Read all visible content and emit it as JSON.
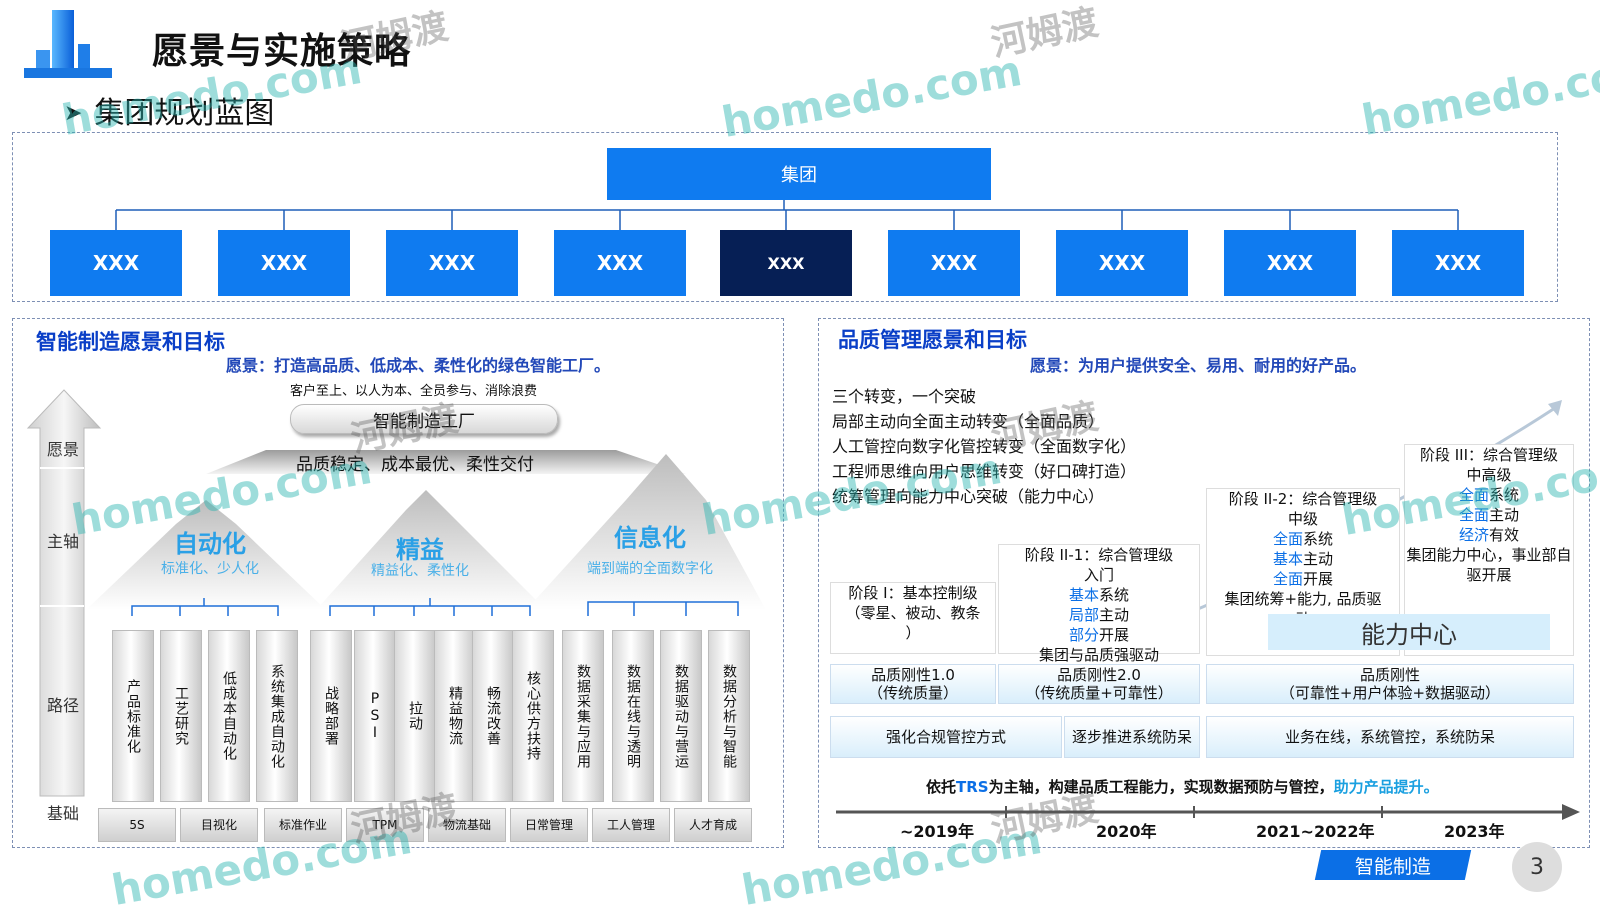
{
  "header": {
    "title": "愿景与实施策略",
    "subtitle": "集团规划蓝图",
    "bullet_icon": "arrow-right-icon"
  },
  "org": {
    "group": "集团",
    "units": [
      "XXX",
      "XXX",
      "XXX",
      "XXX",
      "XXX",
      "XXX",
      "XXX",
      "XXX",
      "XXX"
    ],
    "selected_index": 4,
    "selected_label": "XXX"
  },
  "left": {
    "heading": "智能制造愿景和目标",
    "vision": "愿景：打造高品质、低成本、柔性化的绿色智能工厂。",
    "values": "客户至上、以人为本、全员参与、消除浪费",
    "factory": "智能制造工厂",
    "goals": "品质稳定、成本最优、柔性交付",
    "axis_labels": [
      "愿景",
      "主轴",
      "路径",
      "基础"
    ],
    "peaks": [
      {
        "title": "自动化",
        "sub": "标准化、少人化"
      },
      {
        "title": "精益",
        "sub": "精益化、柔性化"
      },
      {
        "title": "信息化",
        "sub": "端到端的全面数字化"
      }
    ],
    "pillars": [
      "产品标准化",
      "工艺研究",
      "低成本自动化",
      "系统集成自动化",
      "战略部署",
      "PSI",
      "拉动",
      "精益物流",
      "畅流改善",
      "核心供方扶持",
      "数据采集与应用",
      "数据在线与透明",
      "数据驱动与营运",
      "数据分析与智能"
    ],
    "foundations": [
      "5S",
      "目视化",
      "标准作业",
      "TPM",
      "物流基础",
      "日常管理",
      "工人管理",
      "人才育成"
    ]
  },
  "right": {
    "heading": "品质管理愿景和目标",
    "vision": "愿景：为用户提供安全、易用、耐用的好产品。",
    "transforms": [
      "三个转变，一个突破",
      "局部主动向全面主动转变（全面品质）",
      "人工管控向数字化管控转变（全面数字化）",
      "工程师思维向用户思维转变（好口碑打造）",
      "统筹管理向能力中心突破（能力中心）"
    ],
    "stages": [
      {
        "title": "阶段 I：基本控制级",
        "lines": [
          "（零星、被动、教条",
          "）"
        ]
      },
      {
        "title": "阶段 II-1：综合管理级",
        "lines": [
          "入门"
        ],
        "items": [
          [
            "基本",
            "系统"
          ],
          [
            "局部",
            "主动"
          ],
          [
            "部分",
            "开展"
          ]
        ],
        "tail": "集团与品质强驱动"
      },
      {
        "title": "阶段 II-2：综合管理级",
        "lines": [
          "中级"
        ],
        "items": [
          [
            "全面",
            "系统"
          ],
          [
            "基本",
            "主动"
          ],
          [
            "全面",
            "开展"
          ]
        ],
        "tail": "集团统筹+能力, 品质驱动"
      },
      {
        "title": "阶段 III：综合管理级",
        "lines": [
          "中高级"
        ],
        "items": [
          [
            "全面",
            "系统"
          ],
          [
            "全面",
            "主动"
          ],
          [
            "经济",
            "有效"
          ]
        ],
        "tail": "集团能力中心，事业部自驱开展"
      }
    ],
    "capability_center": "能力中心",
    "rigidity": [
      {
        "title": "品质刚性1.0",
        "sub": "（传统质量）"
      },
      {
        "title": "品质刚性2.0",
        "sub": "（传统质量+可靠性）"
      },
      {
        "title": "品质刚性",
        "sub": "（可靠性+用户体验+数据驱动）"
      }
    ],
    "approach": [
      "强化合规管控方式",
      "逐步推进系统防呆",
      "业务在线，系统管控，系统防呆"
    ],
    "trs_note": {
      "pre": "依托",
      "trs": "TRS",
      "mid": "为主轴，构建品质工程能力，实现数据预防与管控，",
      "hl": "助力产品提升。"
    },
    "timeline": [
      "~2019年",
      "2020年",
      "2021~2022年",
      "2023年"
    ]
  },
  "footer": {
    "section": "智能制造",
    "page": "3"
  },
  "watermarks": {
    "en": "homedo.com",
    "cn": "河姆渡"
  },
  "colors": {
    "accent": "#0f7bf0",
    "selected": "#061f55",
    "heading": "#0a3fc7",
    "highlight": "#0b6fe6"
  }
}
